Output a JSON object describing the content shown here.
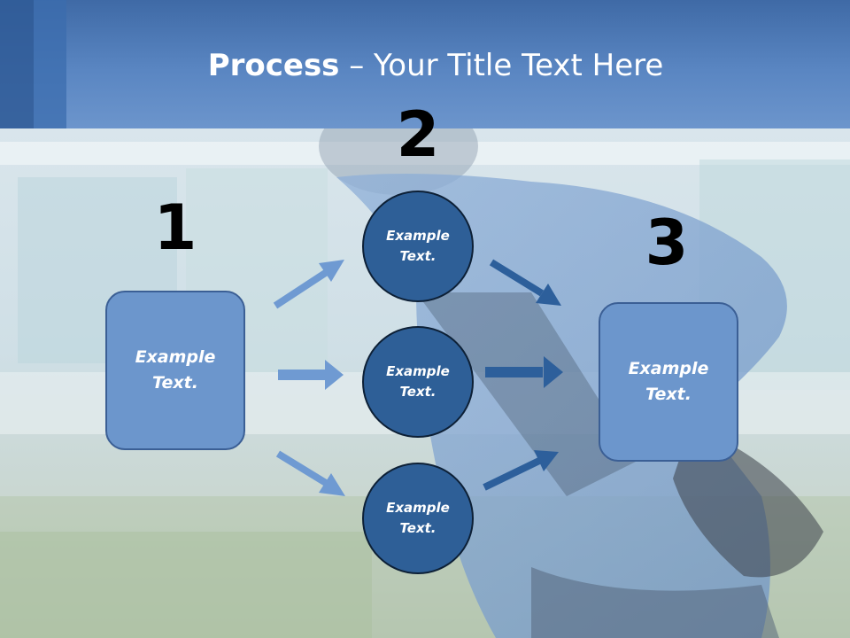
{
  "title": {
    "bold": "Process",
    "rest": " – Your Title Text Here"
  },
  "steps": [
    {
      "number": "1",
      "text": "Example Text."
    },
    {
      "number": "2",
      "text": "Example Text."
    },
    {
      "number": "3",
      "text": "Example Text."
    }
  ],
  "circles": [
    {
      "text": "Example Text."
    },
    {
      "text": "Example Text."
    },
    {
      "text": "Example Text."
    }
  ],
  "colors": {
    "header": "#5a86c2",
    "box_fill": "#6c96cc",
    "circle_fill": "#2e5f97",
    "arrow_light": "#6f9ad2",
    "arrow_dark": "#2d5f9b"
  }
}
